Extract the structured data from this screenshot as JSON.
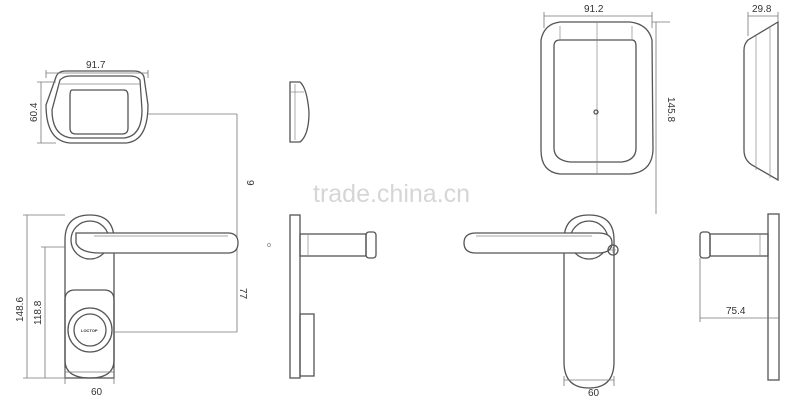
{
  "watermark": "trade.china.cn",
  "brand_mark": "LOCTOP",
  "dimensions": {
    "left_lock_width": "91.7",
    "left_lock_height": "60.4",
    "reader_vertical_partial": "9",
    "handle_projection": "77",
    "plate_height": "148.6",
    "keyhole_height": "118.8",
    "plate_width_left": "60",
    "reader_width": "91.2",
    "reader_height": "145.8",
    "reader_depth": "29.8",
    "handle_depth": "75.4",
    "plate_width_right": "60"
  }
}
